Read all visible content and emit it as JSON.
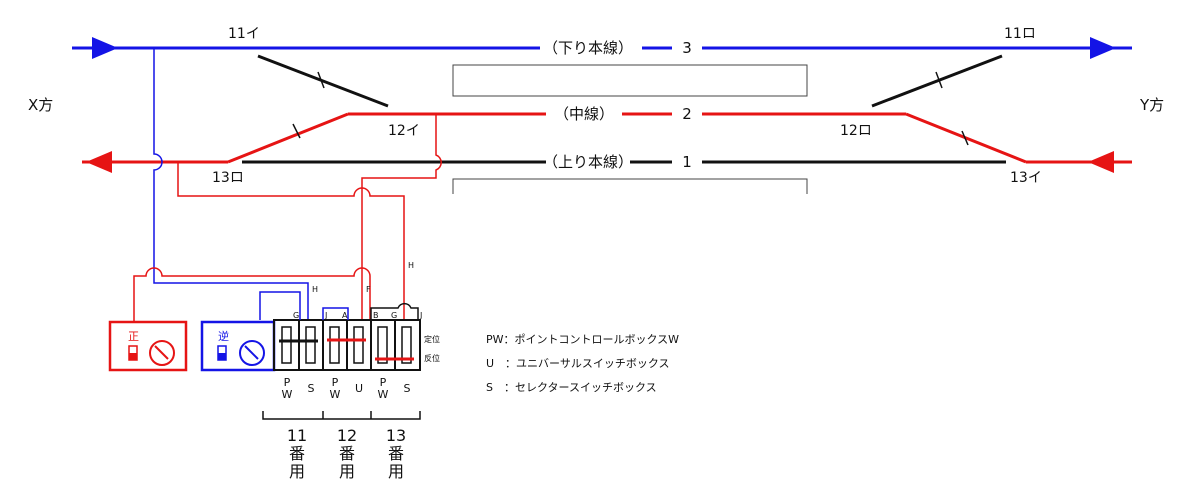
{
  "stations": {
    "left": "X方",
    "right": "Y方"
  },
  "tracks": {
    "track3": {
      "name": "（下り本線）",
      "number": "3"
    },
    "track2": {
      "name": "（中線）",
      "number": "2"
    },
    "track1": {
      "name": "（上り本線）",
      "number": "1"
    }
  },
  "points": {
    "p11i": "11イ",
    "p11ro": "11ロ",
    "p12i": "12イ",
    "p12ro": "12ロ",
    "p13i": "13イ",
    "p13ro": "13ロ"
  },
  "boxes": {
    "sei": "正",
    "gyaku": "逆"
  },
  "panel": {
    "letter_G1": "G",
    "letter_J1": "J",
    "letter_A": "A",
    "letter_B": "B",
    "letter_G2": "G",
    "letter_J2": "J",
    "wire_H1": "H",
    "wire_F": "F",
    "wire_H2": "H",
    "teii": "定位",
    "hani": "反位",
    "col_PW_P": "P",
    "col_PW_W": "W",
    "col_S": "S",
    "col_U": "U",
    "group11": {
      "num": "11",
      "c1": "番",
      "c2": "用"
    },
    "group12": {
      "num": "12",
      "c1": "番",
      "c2": "用"
    },
    "group13": {
      "num": "13",
      "c1": "番",
      "c2": "用"
    }
  },
  "legend": [
    "PW：ポイントコントロールボックスW",
    "U　：ユニバーサルスイッチボックス",
    "S　：セレクタースイッチボックス"
  ],
  "colors": {
    "blue": "#1414e6",
    "red": "#e61414",
    "black": "#111111"
  }
}
